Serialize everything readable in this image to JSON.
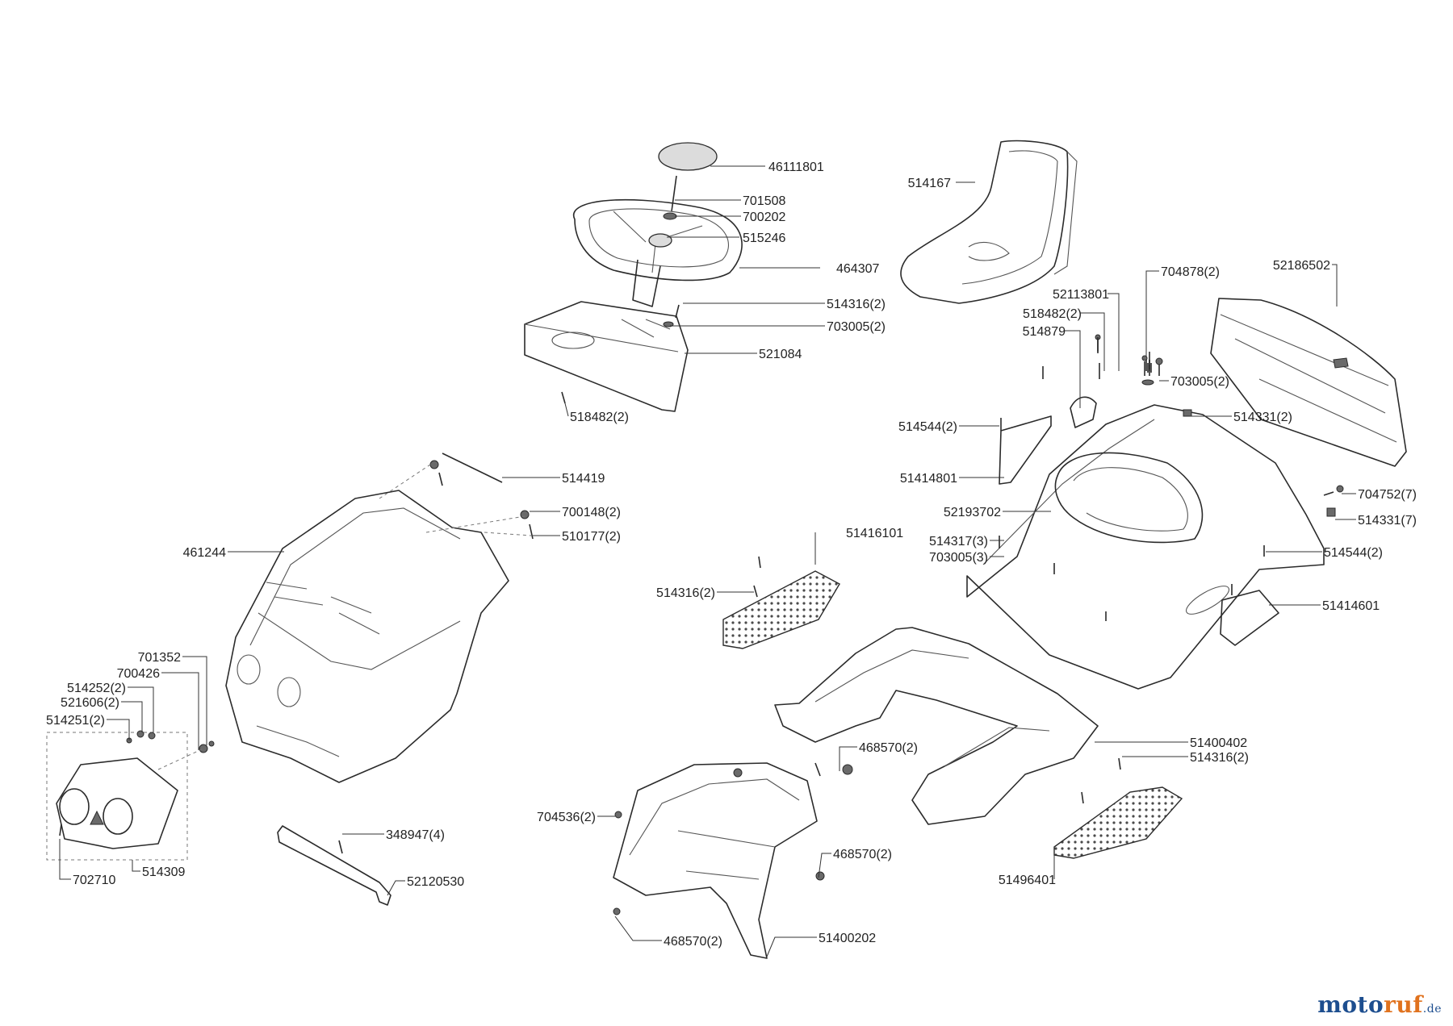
{
  "diagram": {
    "labels": [
      {
        "key": "seat_cushion",
        "text": "46111801"
      },
      {
        "key": "screw_steer",
        "text": "701508"
      },
      {
        "key": "washer_steer",
        "text": "700202"
      },
      {
        "key": "hub",
        "text": "515246"
      },
      {
        "key": "steering_wheel",
        "text": "464307"
      },
      {
        "key": "screw_panel",
        "text": "514316(2)"
      },
      {
        "key": "washer_panel",
        "text": "703005(2)"
      },
      {
        "key": "dash_panel",
        "text": "521084"
      },
      {
        "key": "screw_panel_b",
        "text": "518482(2)"
      },
      {
        "key": "seat",
        "text": "514167"
      },
      {
        "key": "bolt_a",
        "text": "52113801"
      },
      {
        "key": "screw_b",
        "text": "518482(2)"
      },
      {
        "key": "latch",
        "text": "514879"
      },
      {
        "key": "screw_c",
        "text": "704878(2)"
      },
      {
        "key": "rear_box",
        "text": "52186502"
      },
      {
        "key": "washer_c",
        "text": "703005(2)"
      },
      {
        "key": "nut_a",
        "text": "514331(2)"
      },
      {
        "key": "screw_d",
        "text": "514544(2)"
      },
      {
        "key": "hinge",
        "text": "51414801"
      },
      {
        "key": "rear_body",
        "text": "52193702"
      },
      {
        "key": "screw_e",
        "text": "704752(7)"
      },
      {
        "key": "nut_b",
        "text": "514331(7)"
      },
      {
        "key": "step_plate_l",
        "text": "51416101"
      },
      {
        "key": "screw_f",
        "text": "514317(3)"
      },
      {
        "key": "washer_f",
        "text": "703005(3)"
      },
      {
        "key": "screw_g",
        "text": "514544(2)"
      },
      {
        "key": "screw_h",
        "text": "514316(2)"
      },
      {
        "key": "handle",
        "text": "51414601"
      },
      {
        "key": "rod",
        "text": "514419"
      },
      {
        "key": "washer_hood",
        "text": "700148(2)"
      },
      {
        "key": "screw_hood",
        "text": "510177(2)"
      },
      {
        "key": "hood",
        "text": "461244"
      },
      {
        "key": "washer_l",
        "text": "701352"
      },
      {
        "key": "nut_l",
        "text": "700426"
      },
      {
        "key": "lamp_a",
        "text": "514252(2)"
      },
      {
        "key": "lamp_b",
        "text": "521606(2)"
      },
      {
        "key": "lamp_c",
        "text": "514251(2)"
      },
      {
        "key": "screw_l",
        "text": "702710"
      },
      {
        "key": "headlight",
        "text": "514309"
      },
      {
        "key": "screw_bracket",
        "text": "348947(4)"
      },
      {
        "key": "bracket",
        "text": "52120530"
      },
      {
        "key": "screw_j",
        "text": "468570(2)"
      },
      {
        "key": "nut_j",
        "text": "704536(2)"
      },
      {
        "key": "screw_k",
        "text": "468570(2)"
      },
      {
        "key": "screw_m",
        "text": "468570(2)"
      },
      {
        "key": "front_panel",
        "text": "51400202"
      },
      {
        "key": "footboard",
        "text": "51400402"
      },
      {
        "key": "screw_n",
        "text": "514316(2)"
      },
      {
        "key": "step_plate_r",
        "text": "51496401"
      }
    ]
  },
  "brand": {
    "part1": "moto",
    "part2": "ruf",
    "part3": ".de"
  }
}
